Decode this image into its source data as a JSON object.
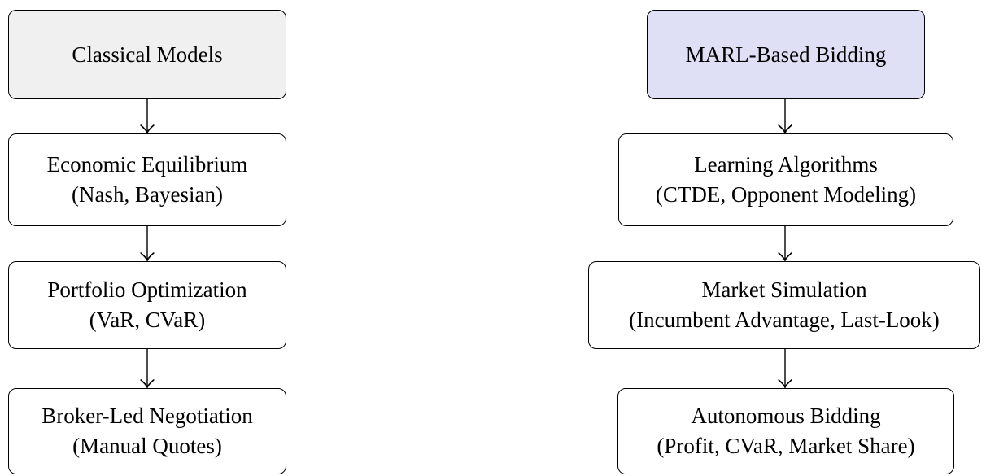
{
  "diagram": {
    "type": "flowchart",
    "background": "#ffffff",
    "columns": {
      "left": {
        "header": {
          "label": "Classical Models",
          "fill": "#f0f0f0"
        },
        "nodes": [
          {
            "line1": "Economic Equilibrium",
            "line2": "(Nash, Bayesian)"
          },
          {
            "line1": "Portfolio Optimization",
            "line2": "(VaR, CVaR)"
          },
          {
            "line1": "Broker-Led Negotiation",
            "line2": "(Manual Quotes)"
          }
        ]
      },
      "right": {
        "header": {
          "label": "MARL-Based Bidding",
          "fill": "#dfdff6"
        },
        "nodes": [
          {
            "line1": "Learning Algorithms",
            "line2": "(CTDE, Opponent Modeling)"
          },
          {
            "line1": "Market Simulation",
            "line2": "(Incumbent Advantage, Last-Look)"
          },
          {
            "line1": "Autonomous Bidding",
            "line2": "(Profit, CVaR, Market Share)"
          }
        ]
      }
    },
    "edges": [
      {
        "from": "Classical Models",
        "to": "Economic Equilibrium"
      },
      {
        "from": "Economic Equilibrium",
        "to": "Portfolio Optimization"
      },
      {
        "from": "Portfolio Optimization",
        "to": "Broker-Led Negotiation"
      },
      {
        "from": "MARL-Based Bidding",
        "to": "Learning Algorithms"
      },
      {
        "from": "Learning Algorithms",
        "to": "Market Simulation"
      },
      {
        "from": "Market Simulation",
        "to": "Autonomous Bidding"
      }
    ],
    "colors": {
      "classical_header_fill": "#f0f0f0",
      "marl_header_fill": "#dfdff6",
      "node_fill": "#ffffff",
      "border": "#000000",
      "arrow": "#000000",
      "text": "#000000"
    }
  }
}
